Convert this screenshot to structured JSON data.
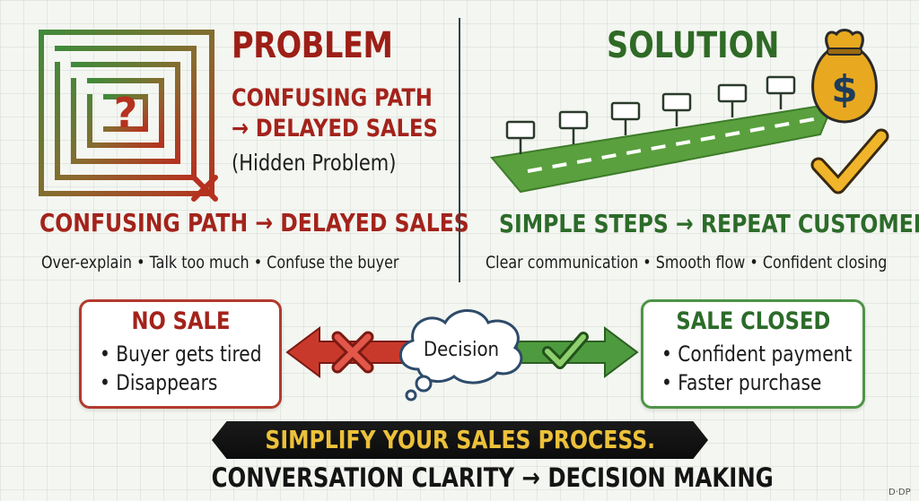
{
  "problem": {
    "title": "PROBLEM",
    "line1": "CONFUSING PATH",
    "line2": "→ DELAYED SALES",
    "line3": "(Hidden Problem)",
    "headline": "CONFUSING PATH → DELAYED SALES",
    "points": "Over-explain • Talk too much • Confuse the buyer"
  },
  "solution": {
    "title": "SOLUTION",
    "headline": "SIMPLE STEPS → REPEAT CUSTOMER",
    "points": "Clear communication • Smooth flow • Confident closing"
  },
  "no_sale": {
    "title": "NO SALE",
    "items": [
      "• Buyer gets tired",
      "• Disappears"
    ]
  },
  "sale_closed": {
    "title": "SALE CLOSED",
    "items": [
      "• Confident payment",
      "• Faster purchase"
    ]
  },
  "decision": {
    "label": "Decision"
  },
  "bag": {
    "symbol": "$"
  },
  "maze": {
    "symbol": "?"
  },
  "banner": {
    "text": "SIMPLIFY YOUR SALES PROCESS."
  },
  "footer": {
    "text": "CONVERSATION CLARITY → DECISION MAKING"
  },
  "credit": "D·DP",
  "colors": {
    "problem_red": "#a3231b",
    "solution_green": "#2c6b2a",
    "banner_gold": "#ecc13a",
    "bag_gold": "#e8a920",
    "check_gold": "#f0b52a"
  }
}
